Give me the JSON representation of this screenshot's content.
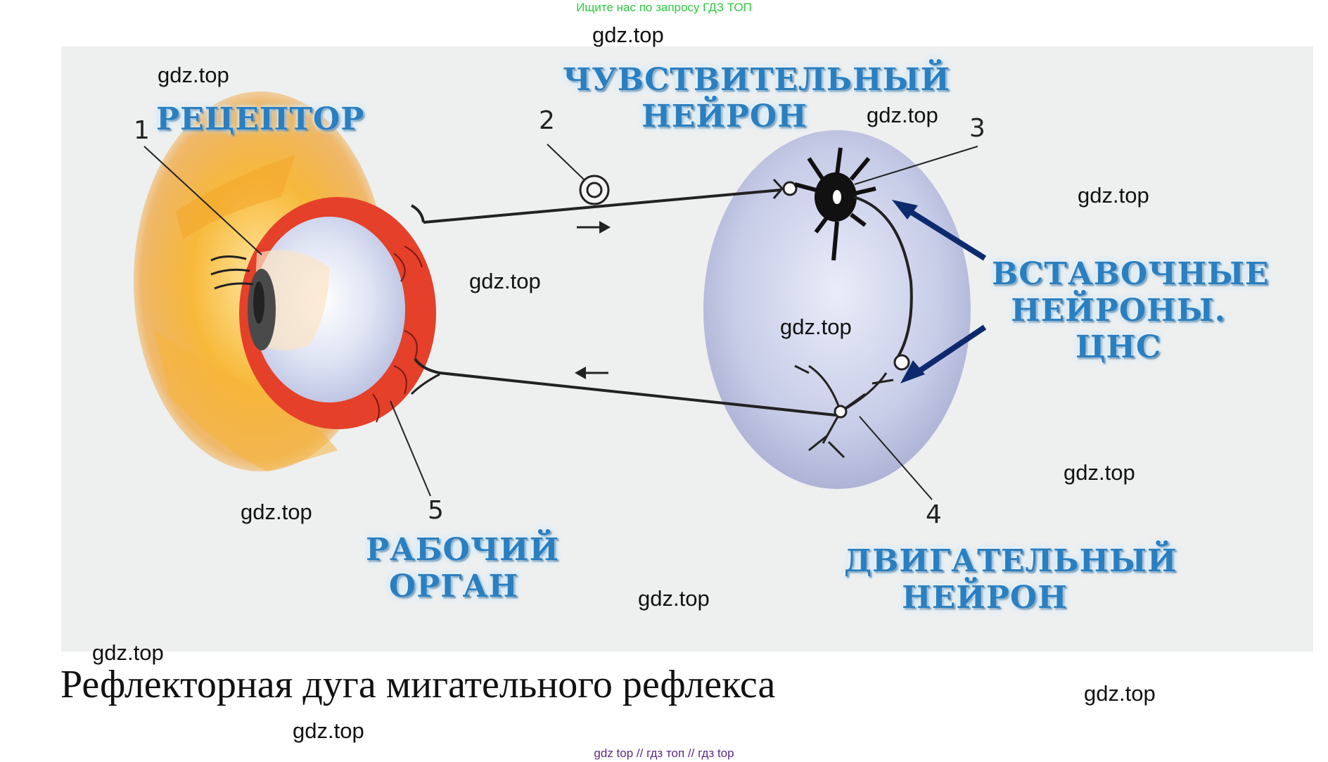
{
  "top_banner": "Ищите нас по запросу ГДЗ ТОП",
  "watermark": "gdz.top",
  "labels": {
    "receptor": "РЕЦЕПТОР",
    "sensory_neuron": [
      "ЧУВСТВИТЕЛЬНЫЙ",
      "НЕЙРОН"
    ],
    "interneurons": [
      "ВСТАВОЧНЫЕ",
      "НЕЙРОНЫ.",
      "ЦНС"
    ],
    "motor_neuron": [
      "ДВИГАТЕЛЬНЫЙ",
      "НЕЙРОН"
    ],
    "working_organ": [
      "РАБОЧИЙ",
      "ОРГАН"
    ]
  },
  "numbers": [
    "1",
    "2",
    "3",
    "4",
    "5"
  ],
  "caption": "Рефлекторная дуга мигательного рефлекса",
  "footer": "gdz top  //  гдз топ  //  гдз top",
  "colors": {
    "label_blue": "#2a7fc0",
    "eye_red": "#e5402a",
    "skin_orange": "#f6a623",
    "cns_lavender": "#c9cde6",
    "arrow_navy": "#0d2a6e"
  }
}
